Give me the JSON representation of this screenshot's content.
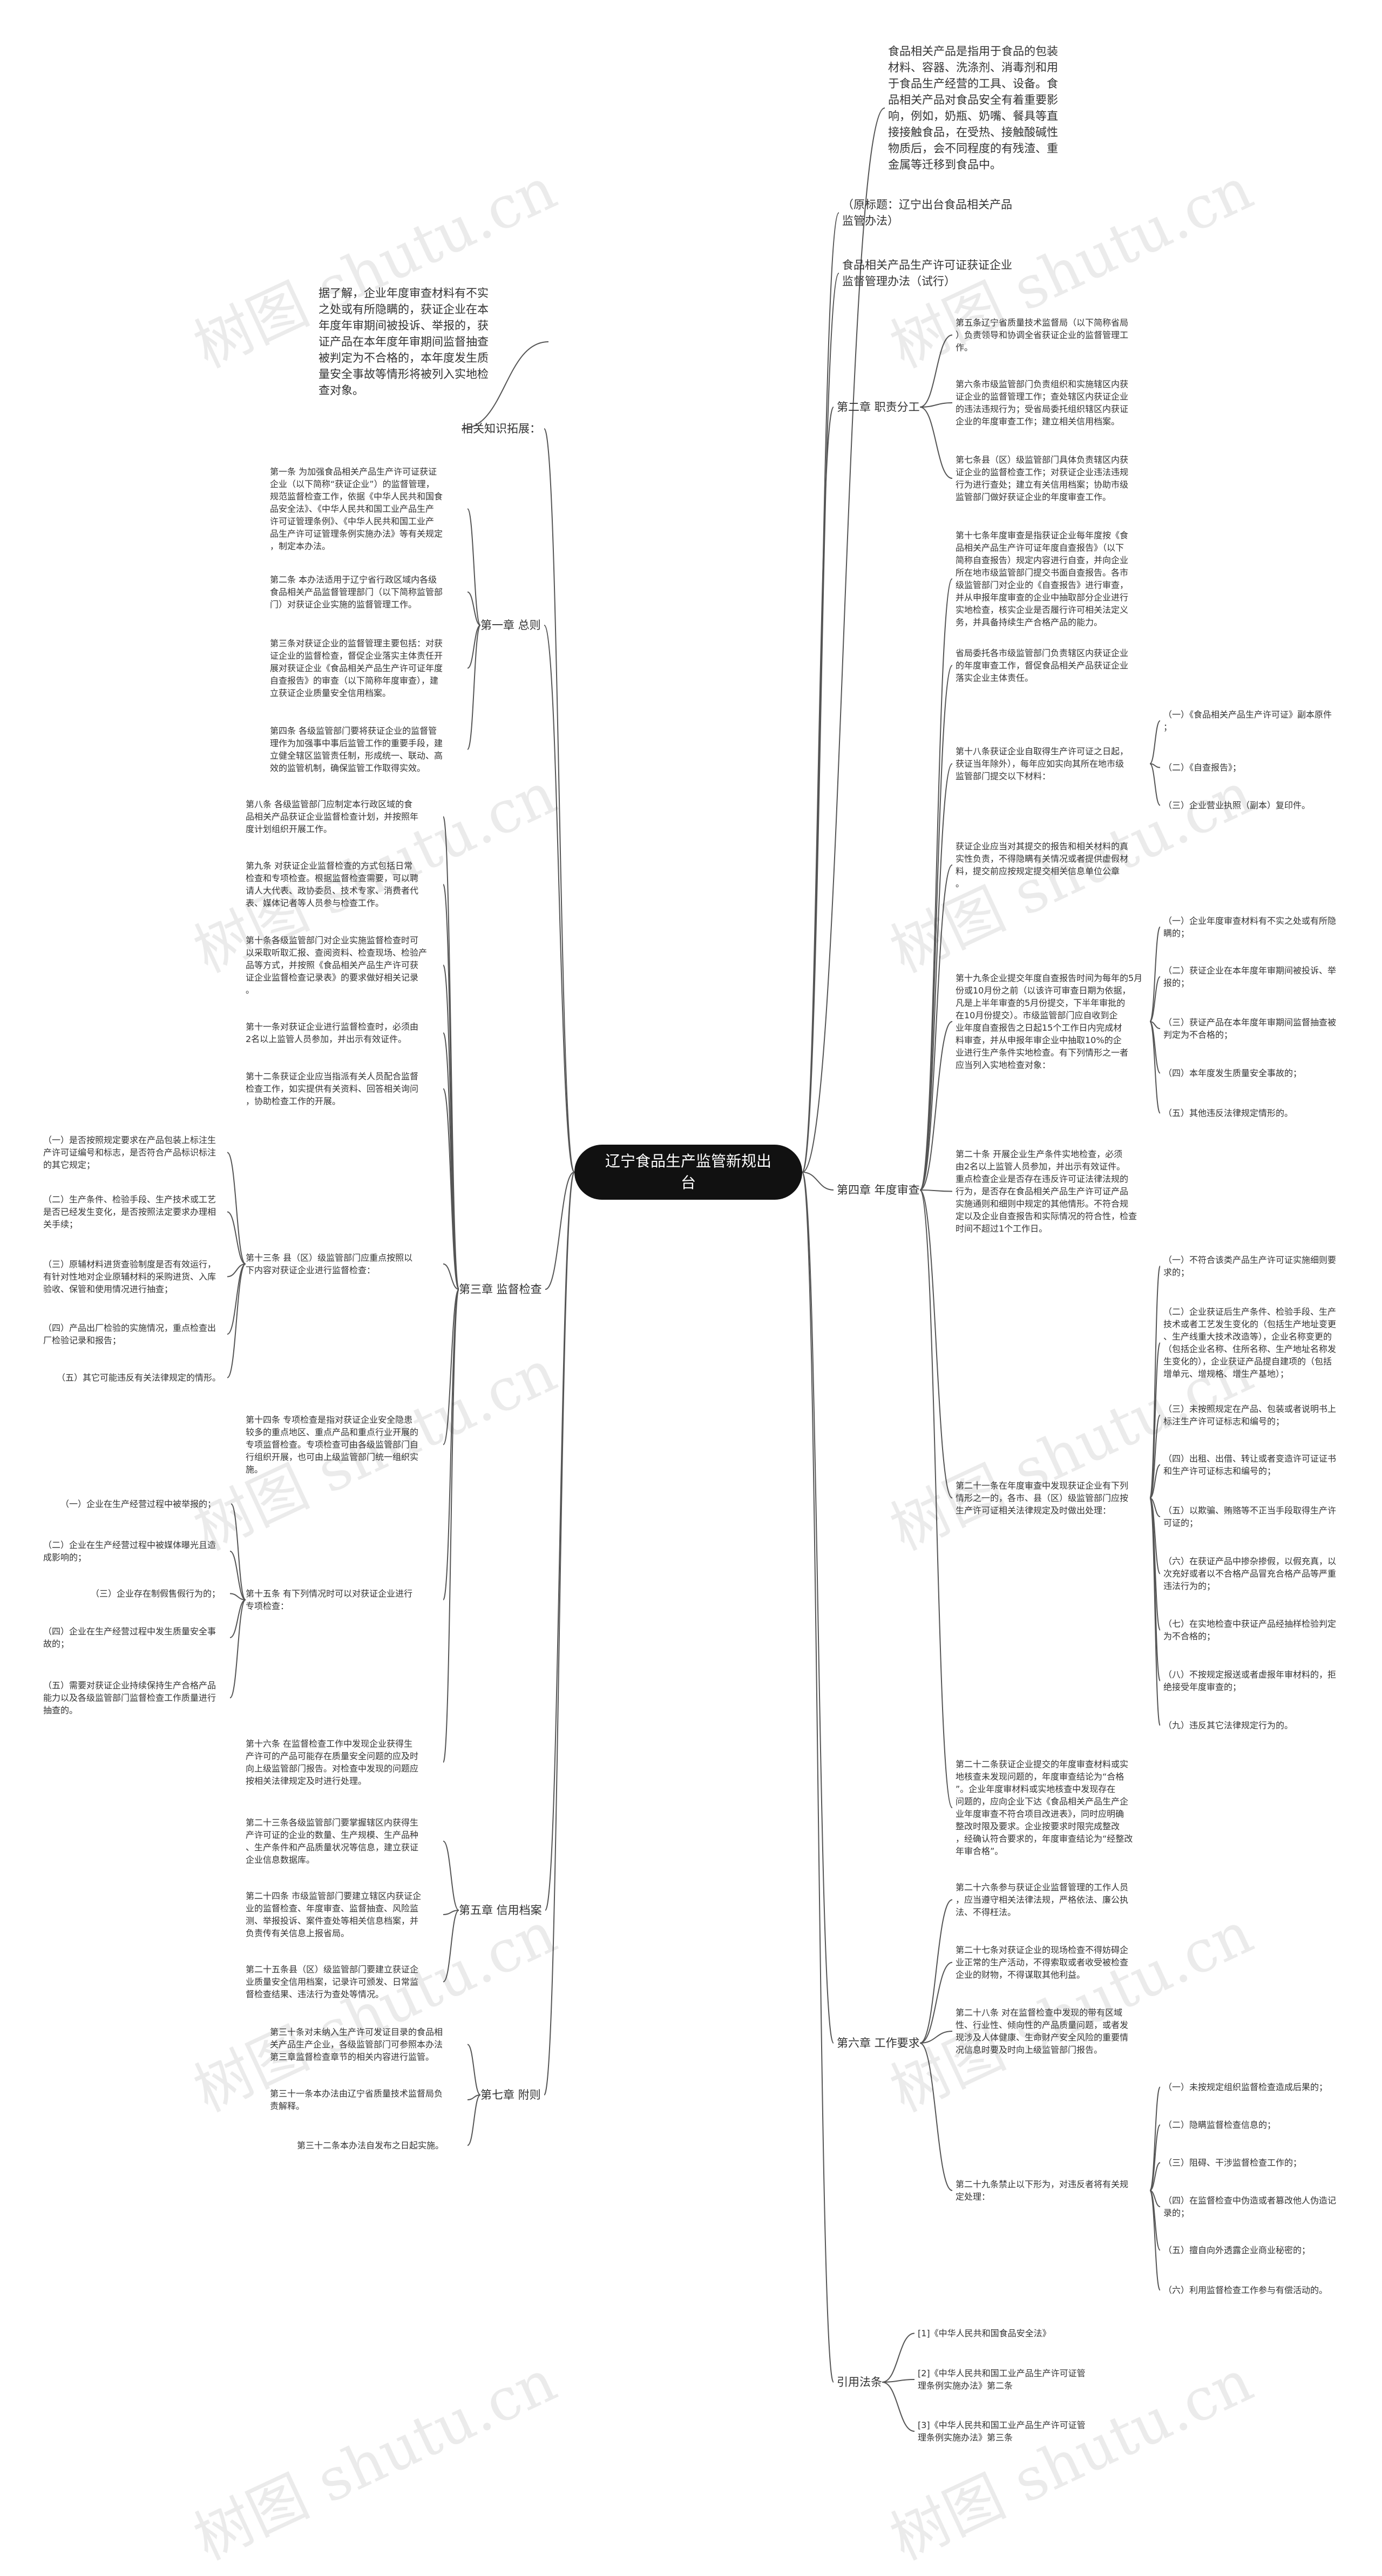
{
  "root": "辽宁食品生产监管新规出\n台",
  "top_nodes": [
    "食品相关产品是指用于食品的包装\n材料、容器、洗涤剂、消毒剂和用\n于食品生产经营的工具、设备。食\n品相关产品对食品安全有着重要影\n响，例如，奶瓶、奶嘴、餐具等直\n接接触食品，在受热、接触酸碱性\n物质后，会不同程度的有残渣、重\n金属等迁移到食品中。",
    "（原标题：辽宁出台食品相关产品\n监管办法）",
    "食品相关产品生产许可证获证企业\n监督管理办法（试行）"
  ],
  "related": {
    "label": "相关知识拓展：",
    "text": "据了解，企业年度审查材料有不实\n之处或有所隐瞒的，获证企业在本\n年度年审期间被投诉、举报的，获\n证产品在本年度年审期间监督抽查\n被判定为不合格的，本年度发生质\n量安全事故等情形将被列入实地检\n查对象。"
  },
  "ch1": {
    "label": "第一章 总则",
    "items": [
      "第一条 为加强食品相关产品生产许可证获证\n企业（以下简称“获证企业”）的监督管理，\n规范监督检查工作，依据《中华人民共和国食\n品安全法》、《中华人民共和国工业产品生产\n许可证管理条例》、《中华人民共和国工业产\n品生产许可证管理条例实施办法》等有关规定\n，制定本办法。",
      "第二条 本办法适用于辽宁省行政区域内各级\n食品相关产品监督管理部门（以下简称监管部\n门）对获证企业实施的监督管理工作。",
      "第三条对获证企业的监督管理主要包括：对获\n证企业的监督检查，督促企业落实主体责任开\n展对获证企业《食品相关产品生产许可证年度\n自查报告》的审查（以下简称年度审查），建\n立获证企业质量安全信用档案。",
      "第四条 各级监管部门要将获证企业的监督管\n理作为加强事中事后监管工作的重要手段，建\n立健全辖区监管责任制，形成统一、联动、高\n效的监管机制，确保监管工作取得实效。"
    ]
  },
  "ch3": {
    "label": "第三章 监督检查",
    "items": [
      "第八条 各级监管部门应制定本行政区域的食\n品相关产品获证企业监督检查计划，并按照年\n度计划组织开展工作。",
      "第九条 对获证企业监督检查的方式包括日常\n检查和专项检查。根据监督检查需要，可以聘\n请人大代表、政协委员、技术专家、消费者代\n表、媒体记者等人员参与检查工作。",
      "第十条各级监管部门对企业实施监督检查时可\n以采取听取汇报、查阅资料、检查现场、检验产\n品等方式，并按照《食品相关产品生产许可获\n证企业监督检查记录表》的要求做好相关记录\n。",
      "第十一条对获证企业进行监督检查时，必须由\n2名以上监管人员参加，并出示有效证件。",
      "第十二条获证企业应当指派有关人员配合监督\n检查工作，如实提供有关资料、回答相关询问\n，协助检查工作的开展。",
      "第十三条 县（区）级监管部门应重点按照以\n下内容对获证企业进行监督检查：",
      "第十四条 专项检查是指对获证企业安全隐患\n较多的重点地区、重点产品和重点行业开展的\n专项监督检查。专项检查可由各级监管部门自\n行组织开展，也可由上级监管部门统一组织实\n施。",
      "第十五条 有下列情况时可以对获证企业进行\n专项检查：",
      "第十六条 在监督检查工作中发现企业获得生\n产许可的产品可能存在质量安全问题的应及时\n向上级监管部门报告。对检查中发现的问题应\n按相关法律规定及时进行处理。"
    ],
    "sub13": [
      "（一）是否按照规定要求在产品包装上标注生\n产许可证编号和标志，是否符合产品标识标注\n的其它规定；",
      "（二）生产条件、检验手段、生产技术或工艺\n是否已经发生变化，是否按照法定要求办理相\n关手续；",
      "（三）原辅材料进货查验制度是否有效运行，\n有针对性地对企业原辅材料的采购进货、入库\n验收、保管和使用情况进行抽查；",
      "（四）产品出厂检验的实施情况，重点检查出\n厂检验记录和报告；",
      "（五）其它可能违反有关法律规定的情形。"
    ],
    "sub15": [
      "（一）企业在生产经营过程中被举报的；",
      "（二）企业在生产经营过程中被媒体曝光且造\n成影响的；",
      "（三）企业存在制假售假行为的；",
      "（四）企业在生产经营过程中发生质量安全事\n故的；",
      "（五）需要对获证企业持续保持生产合格产品\n能力以及各级监管部门监督检查工作质量进行\n抽查的。"
    ]
  },
  "ch5": {
    "label": "第五章 信用档案",
    "items": [
      "第二十三条各级监管部门要掌握辖区内获得生\n产许可证的企业的数量、生产规模、生产品种\n、生产条件和产品质量状况等信息，建立获证\n企业信息数据库。",
      "第二十四条 市级监管部门要建立辖区内获证企\n业的监督检查、年度审查、监督抽查、风险监\n测、举报投诉、案件查处等相关信息档案，并\n负责传有关信息上报省局。",
      "第二十五条县（区）级监管部门要建立获证企\n业质量安全信用档案，记录许可颁发、日常监\n督检查结果、违法行为查处等情况。"
    ]
  },
  "ch7": {
    "label": "第七章 附则",
    "items": [
      "第三十条对未纳入生产许可发证目录的食品相\n关产品生产企业，各级监管部门可参照本办法\n第三章监督检查章节的相关内容进行监管。",
      "第三十一条本办法由辽宁省质量技术监督局负\n责解释。",
      "第三十二条本办法自发布之日起实施。"
    ]
  },
  "ch2": {
    "label": "第二章 职责分工",
    "items": [
      "第五条辽宁省质量技术监督局（以下简称省局\n）负责领导和协调全省获证企业的监督管理工\n作。",
      "第六条市级监管部门负责组织和实施辖区内获\n证企业的监督管理工作；查处辖区内获证企业\n的违法违规行为；受省局委托组织辖区内获证\n企业的年度审查工作；建立相关信用档案。",
      "第七条县（区）级监管部门具体负责辖区内获\n证企业的监督检查工作；对获证企业违法违规\n行为进行查处；建立有关信用档案；协助市级\n监管部门做好获证企业的年度审查工作。"
    ]
  },
  "ch4": {
    "label": "第四章 年度审查",
    "items": [
      "第十七条年度审查是指获证企业每年度按《食\n品相关产品生产许可证年度自查报告》（以下\n简称自查报告）规定内容进行自查，并向企业\n所在地市级监管部门提交书面自查报告。各市\n级监管部门对企业的《自查报告》进行审查，\n并从申报年度审查的企业中抽取部分企业进行\n实地检查，核实企业是否履行许可相关法定义\n务，并具备持续生产合格产品的能力。",
      "省局委托各市级监管部门负责辖区内获证企业\n的年度审查工作，督促食品相关产品获证企业\n落实企业主体责任。",
      "第十八条获证企业自取得生产许可证之日起，\n获证当年除外），每年应如实向其所在地市级\n监管部门提交以下材料：",
      "获证企业应当对其提交的报告和相关材料的真\n实性负责，不得隐瞒有关情况或者提供虚假材\n料，提交前应按规定提交相关信息单位公章\n。",
      "第十九条企业提交年度自查报告时间为每年的5月\n份或10月份之前（以该许可审查日期为依据，\n凡是上半年审查的5月份提交，下半年审批的\n在10月份提交）。市级监管部门应自收到企\n业年度自查报告之日起15个工作日内完成材\n料审查，并从申报年审企业中抽取10%的企\n业进行生产条件实地检查。有下列情形之一者\n应当列入实地检查对象：",
      "第二十条 开展企业生产条件实地检查，必须\n由2名以上监管人员参加，并出示有效证件。\n重点检查企业是否存在违反许可证法律法规的\n行为，是否存在食品相关产品生产许可证产品\n实施通则和细则中规定的其他情形。不符合规\n定以及企业自查报告和实际情况的符合性，检查\n时间不超过1个工作日。",
      "第二十一条在年度审查中发现获证企业有下列\n情形之一的，各市、县（区）级监管部门应按\n生产许可证相关法律规定及时做出处理：",
      "第二十二条获证企业提交的年度审查材料或实\n地核查未发现问题的，年度审查结论为“合格\n”。企业年度审材料或实地核查中发现存在\n问题的，应向企业下达《食品相关产品生产企\n业年度审查不符合项目改进表》，同时应明确\n整改时限及要求。企业按要求时限完成整改\n，经确认符合要求的，年度审查结论为“经整改\n年审合格”。"
    ],
    "sub18": [
      "（一）《食品相关产品生产许可证》副本原件\n；",
      "（二）《自查报告》；",
      "（三）企业营业执照（副本）复印件。"
    ],
    "sub19": [
      "（一）企业年度审查材料有不实之处或有所隐\n瞒的；",
      "（二）获证企业在本年度年审期间被投诉、举\n报的；",
      "（三）获证产品在本年度年审期间监督抽查被\n判定为不合格的；",
      "（四）本年度发生质量安全事故的；",
      "（五）其他违反法律规定情形的。"
    ],
    "sub21": [
      "（一）不符合该类产品生产许可证实施细则要\n求的；",
      "（二）企业获证后生产条件、检验手段、生产\n技术或者工艺发生变化的（包括生产地址变更\n、生产线重大技术改造等），企业名称变更的\n（包括企业名称、住所名称、生产地址名称发\n生变化的），企业获证产品提自建项的（包括\n增单元、增规格、增生产基地）；",
      "（三）未按照规定在产品、包装或者说明书上\n标注生产许可证标志和编号的；",
      "（四）出租、出借、转让或者变造许可证证书\n和生产许可证标志和编号的；",
      "（五）以欺骗、贿赂等不正当手段取得生产许\n可证的；",
      "（六）在获证产品中掺杂掺假，以假充真，以\n次充好或者以不合格产品冒充合格产品等严重\n违法行为的；",
      "（七）在实地检查中获证产品经抽样检验判定\n为不合格的；",
      "（八）不按规定报送或者虚报年审材料的，拒\n绝接受年度审查的；",
      "（九）违反其它法律规定行为的。"
    ]
  },
  "ch6": {
    "label": "第六章 工作要求",
    "items": [
      "第二十六条参与获证企业监督管理的工作人员\n，应当遵守相关法律法规，严格依法、廉公执\n法、不得枉法。",
      "第二十七条对获证企业的现场检查不得妨碍企\n业正常的生产活动，不得索取或者收受被检查\n企业的财物，不得谋取其他利益。",
      "第二十八条 对在监督检查中发现的带有区域\n性、行业性、倾向性的产品质量问题，或者发\n现涉及人体健康、生命财产安全风险的重要情\n况信息时要及时向上级监管部门报告。",
      "第二十九条禁止以下形为，对违反者将有关规\n定处理："
    ],
    "sub29": [
      "（一）未按规定组织监督检查造成后果的；",
      "（二）隐瞒监督检查信息的；",
      "（三）阻碍、干涉监督检查工作的；",
      "（四）在监督检查中伪造或者篡改他人伪造记\n录的；",
      "（五）擅自向外透露企业商业秘密的；",
      "（六）利用监督检查工作参与有偿活动的。"
    ]
  },
  "refs": {
    "label": "引用法条",
    "items": [
      "[1]《中华人民共和国食品安全法》",
      "[2]《中华人民共和国工业产品生产许可证管\n理条例实施办法》第二条",
      "[3]《中华人民共和国工业产品生产许可证管\n理条例实施办法》第三条"
    ]
  },
  "watermark": "树图 shutu.cn",
  "colors": {
    "line": "#555555",
    "root_bg": "#111111",
    "root_text": "#ffffff"
  }
}
